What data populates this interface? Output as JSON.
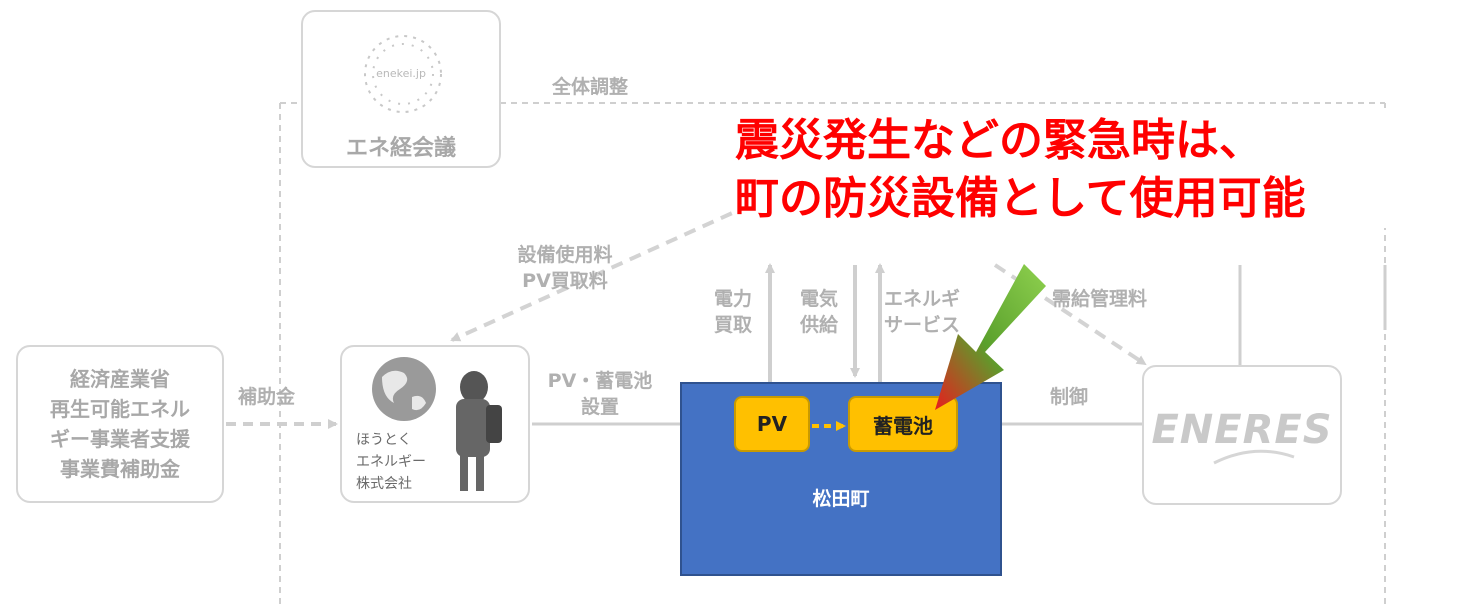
{
  "headline": {
    "line1": "震災発生などの緊急時は、",
    "line2": "町の防災設備として使用可能"
  },
  "nodes": {
    "meti": [
      "経済産業省",
      "再生可能エネル",
      "ギー事業者支援",
      "事業費補助金"
    ],
    "eneco": {
      "logo_text": "enekei.jp",
      "label": "エネ経会議"
    },
    "houtoku": {
      "logo_lines": [
        "ほうとく",
        "エネルギー",
        "株式会社"
      ]
    },
    "eneres": {
      "logo_text": "ENERES"
    },
    "town": {
      "label": "松田町",
      "pv": "PV",
      "battery": "蓄電池"
    }
  },
  "edges": {
    "overall": "全体調整",
    "subsidy": "補助金",
    "install": [
      "PV・蓄電池",
      "設置"
    ],
    "fee": [
      "設備使用料",
      "PV買取料"
    ],
    "power_buy": [
      "電力",
      "買取"
    ],
    "power_supply": [
      "電気",
      "供給"
    ],
    "energy_service": [
      "エネルギ",
      "サービス"
    ],
    "demand_fee": "需給管理料",
    "control": "制御"
  },
  "colors": {
    "gray": "#cfcfcf",
    "blue": "#4472c4",
    "yellow": "#ffc000",
    "red": "#ff0000",
    "green": "#70ad47"
  }
}
